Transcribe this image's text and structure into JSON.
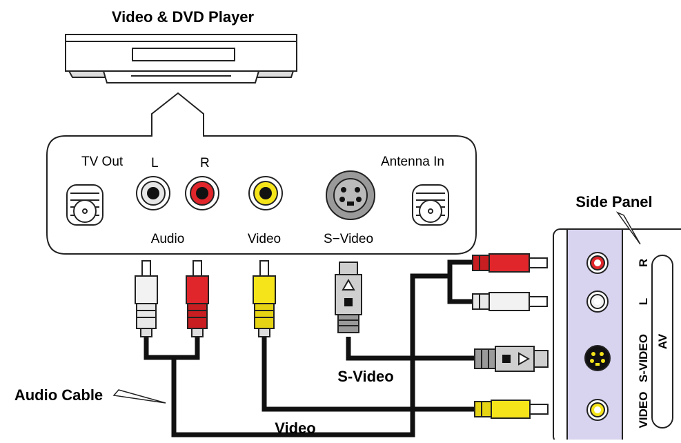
{
  "title": "Video & DVD Player",
  "player_panel": {
    "tv_out": "TV Out",
    "audio_left": "L",
    "audio_right": "R",
    "antenna_in": "Antenna In",
    "audio": "Audio",
    "video": "Video",
    "s_video": "S−Video"
  },
  "side_panel": {
    "label": "Side Panel",
    "r": "R",
    "l": "L",
    "s_video": "S-VIDEO",
    "av": "AV",
    "video": "VIDEO"
  },
  "cables": {
    "audio_cable": "Audio Cable",
    "s_video_cable": "S-Video",
    "video_cable": "Video"
  },
  "colors": {
    "red": "#e0262b",
    "yellow": "#f5e41a",
    "white_plug": "#f2f2f2",
    "gray_plug": "#cfcfcf",
    "side_panel_bg": "#d8d3ee",
    "cable": "#111111"
  }
}
